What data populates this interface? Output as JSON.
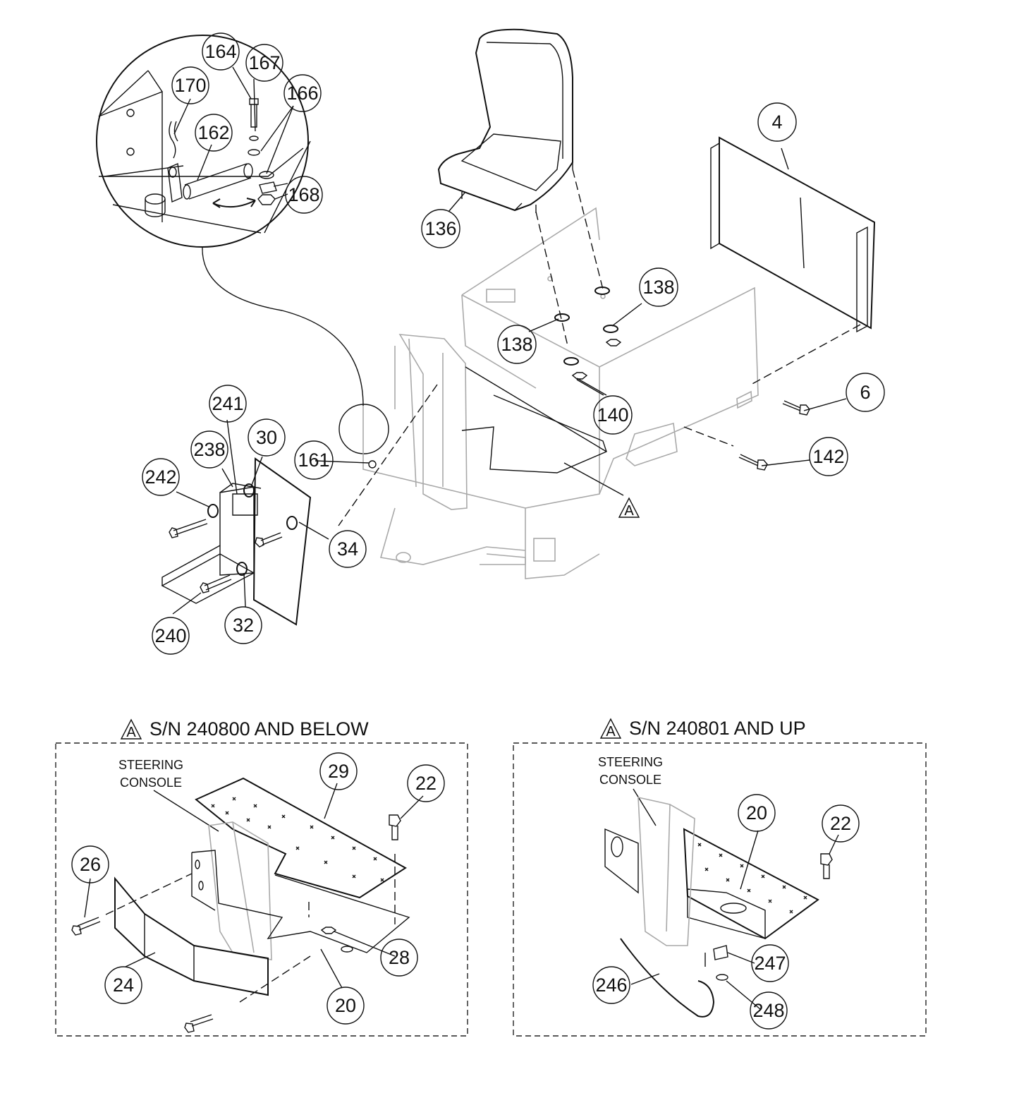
{
  "callouts": {
    "c164": "164",
    "c167": "167",
    "c170": "170",
    "c166": "166",
    "c162": "162",
    "c168": "168",
    "c136": "136",
    "c4": "4",
    "c138a": "138",
    "c138b": "138",
    "c140": "140",
    "c6": "6",
    "c142": "142",
    "c161": "161",
    "c241": "241",
    "c30": "30",
    "c238": "238",
    "c242": "242",
    "c34": "34",
    "c240": "240",
    "c32": "32",
    "c29": "29",
    "c22a": "22",
    "c26": "26",
    "c28": "28",
    "c24": "24",
    "c20a": "20",
    "c20b": "20",
    "c22b": "22",
    "c247": "247",
    "c246": "246",
    "c248": "248"
  },
  "view_marker": "A",
  "left_inset": {
    "heading": "S/N 240800 AND BELOW",
    "note_line1": "STEERING",
    "note_line2": "CONSOLE"
  },
  "right_inset": {
    "heading": "S/N 240801 AND UP",
    "note_line1": "STEERING",
    "note_line2": "CONSOLE"
  }
}
